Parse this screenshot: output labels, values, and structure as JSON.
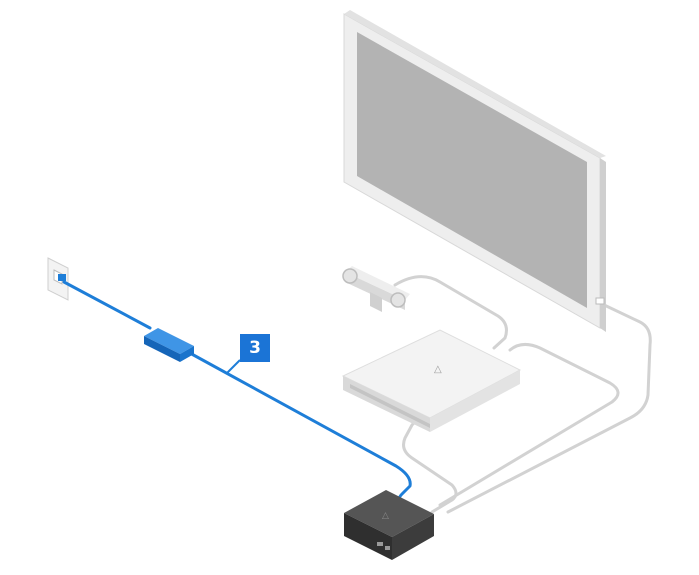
{
  "step": {
    "number": "3"
  },
  "colors": {
    "highlight_cable": "#1e7ed8",
    "highlight_dark": "#0f5fae",
    "badge": "#1b74d6",
    "device_light": "#f2f2f2",
    "device_edge": "#d4d4d4",
    "screen": "#b3b3b3",
    "cable_gray": "#d0d0d0",
    "processor": "#3a3a3a"
  },
  "icons": {
    "console_logo": "playstation-logo-icon",
    "processor_logo": "playstation-logo-icon"
  },
  "components": {
    "tv": "tv-monitor",
    "camera": "playstation-camera",
    "console": "ps4-console",
    "processor": "vr-processor-unit",
    "adapter": "ac-adapter",
    "outlet": "wall-outlet"
  }
}
